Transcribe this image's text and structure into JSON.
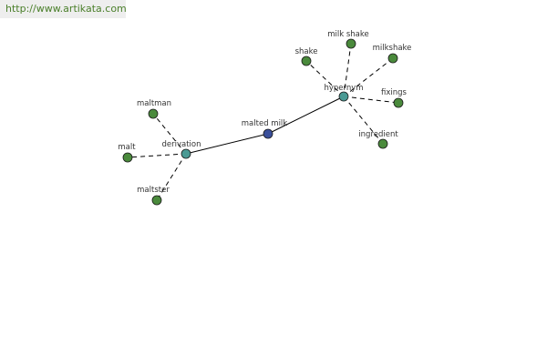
{
  "watermark": {
    "text": "http://www.artikata.com",
    "color": "#4a7f2a"
  },
  "graph": {
    "colors": {
      "root": "#3a4f9a",
      "hub": "#4a9a94",
      "leaf": "#4a8a3c",
      "outline": "#1a1a1a",
      "edge": "#000000",
      "label": "#333333"
    },
    "nodes": [
      {
        "id": "malted-milk",
        "label": "malted milk",
        "kind": "root"
      },
      {
        "id": "hypernym",
        "label": "hypernym",
        "kind": "hub"
      },
      {
        "id": "derivation",
        "label": "derivation",
        "kind": "hub"
      },
      {
        "id": "shake",
        "label": "shake",
        "kind": "leaf"
      },
      {
        "id": "milk-shake",
        "label": "milk shake",
        "kind": "leaf"
      },
      {
        "id": "milkshake",
        "label": "milkshake",
        "kind": "leaf"
      },
      {
        "id": "fixings",
        "label": "fixings",
        "kind": "leaf"
      },
      {
        "id": "ingredient",
        "label": "ingredient",
        "kind": "leaf"
      },
      {
        "id": "maltman",
        "label": "maltman",
        "kind": "leaf"
      },
      {
        "id": "malt",
        "label": "malt",
        "kind": "leaf"
      },
      {
        "id": "maltster",
        "label": "maltster",
        "kind": "leaf"
      }
    ],
    "edges": [
      {
        "from": "malted-milk",
        "to": "hypernym",
        "style": "solid"
      },
      {
        "from": "malted-milk",
        "to": "derivation",
        "style": "solid"
      },
      {
        "from": "hypernym",
        "to": "shake",
        "style": "dashed"
      },
      {
        "from": "hypernym",
        "to": "milk-shake",
        "style": "dashed"
      },
      {
        "from": "hypernym",
        "to": "milkshake",
        "style": "dashed"
      },
      {
        "from": "hypernym",
        "to": "fixings",
        "style": "dashed"
      },
      {
        "from": "hypernym",
        "to": "ingredient",
        "style": "dashed"
      },
      {
        "from": "derivation",
        "to": "maltman",
        "style": "dashed"
      },
      {
        "from": "derivation",
        "to": "malt",
        "style": "dashed"
      },
      {
        "from": "derivation",
        "to": "maltster",
        "style": "dashed"
      }
    ]
  }
}
